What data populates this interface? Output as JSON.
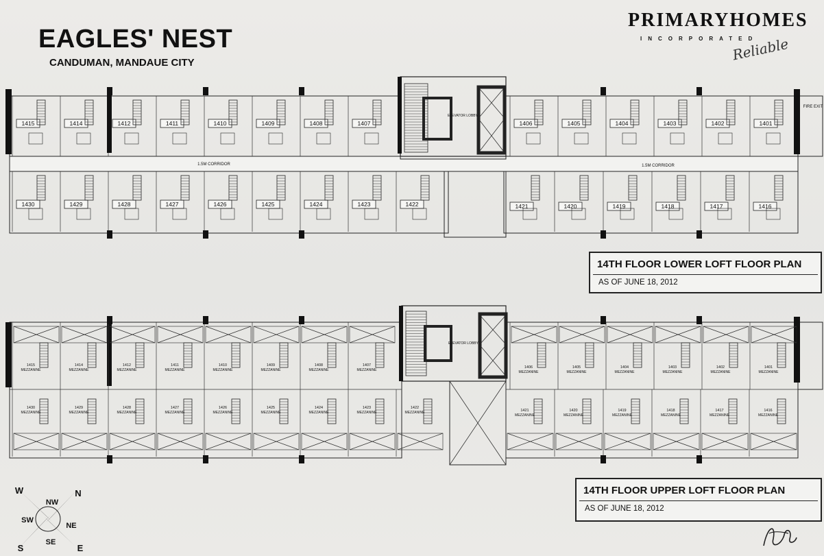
{
  "header": {
    "title": "EAGLES' NEST",
    "subtitle": "CANDUMAN, MANDAUE CITY",
    "brand": "PRIMARYHOMES",
    "brand_sub": "INCORPORATED",
    "brand_tagline": "Reliable"
  },
  "lower_plan": {
    "title": "14TH FLOOR LOWER LOFT FLOOR PLAN",
    "date": "AS OF JUNE 18, 2012",
    "corridor_left": "1.5M CORRIDOR",
    "corridor_right": "1.5M CORRIDOR",
    "lobby": "ELEVATOR LOBBY",
    "fire_exit": "FIRE EXIT",
    "top_units_left": [
      "1415",
      "1414",
      "1412",
      "1411",
      "1410",
      "1409",
      "1408",
      "1407"
    ],
    "top_units_right": [
      "1406",
      "1405",
      "1404",
      "1403",
      "1402",
      "1401"
    ],
    "bottom_units_left": [
      "1430",
      "1429",
      "1428",
      "1427",
      "1426",
      "1425",
      "1424",
      "1423",
      "1422"
    ],
    "bottom_units_right": [
      "1421",
      "1420",
      "1419",
      "1418",
      "1417",
      "1416"
    ]
  },
  "upper_plan": {
    "title": "14TH FLOOR UPPER LOFT FLOOR PLAN",
    "date": "AS OF JUNE 18, 2012",
    "lobby": "ELEVATOR LOBBY",
    "mezzanine": "MEZZANINE",
    "top_units_left": [
      "1415",
      "1414",
      "1412",
      "1411",
      "1410",
      "1409",
      "1408",
      "1407"
    ],
    "top_units_right": [
      "1406",
      "1405",
      "1404",
      "1403",
      "1402",
      "1401"
    ],
    "bottom_units_left": [
      "1430",
      "1429",
      "1428",
      "1427",
      "1426",
      "1425",
      "1424",
      "1423",
      "1422"
    ],
    "bottom_units_right": [
      "1421",
      "1420",
      "1419",
      "1418",
      "1417",
      "1416"
    ]
  },
  "compass": {
    "n": "N",
    "s": "S",
    "e": "E",
    "w": "W",
    "nw": "NW",
    "ne": "NE",
    "sw": "SW",
    "se": "SE"
  },
  "colors": {
    "ink": "#111111",
    "paper": "#ecebe8",
    "wall": "#1a1a1a"
  }
}
